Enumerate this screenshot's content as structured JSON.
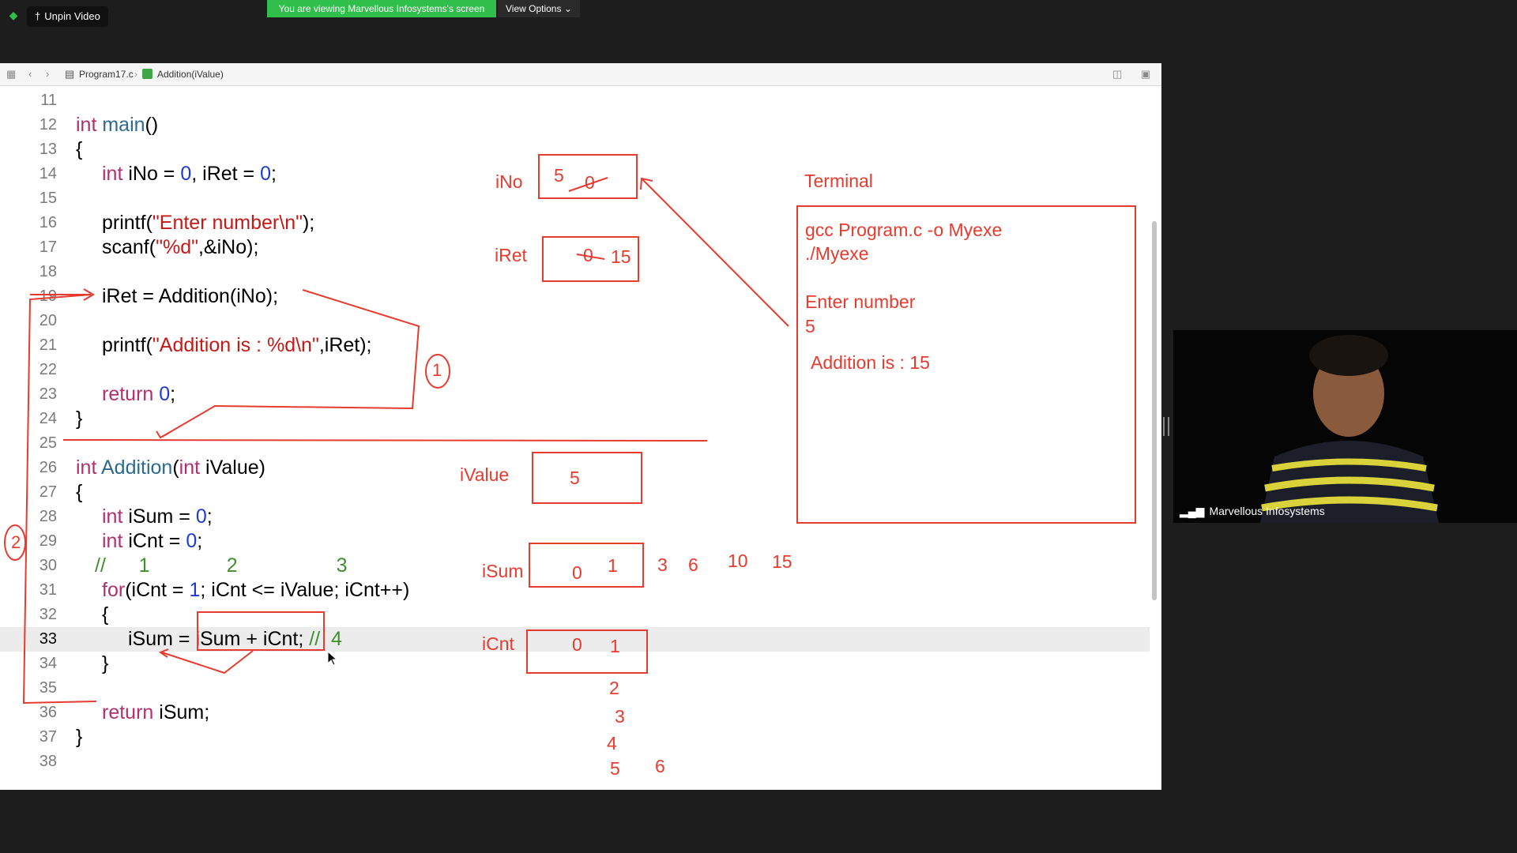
{
  "toolbar": {
    "unpin_label": "Unpin Video",
    "share_banner": "You are viewing Marvellous Infosystems's screen",
    "view_options": "View Options"
  },
  "breadcrumb": {
    "file": "Program17.c",
    "symbol": "Addition(iValue)"
  },
  "editor": {
    "current_line": "33",
    "lines": [
      {
        "n": "11"
      },
      {
        "n": "12"
      },
      {
        "n": "13"
      },
      {
        "n": "14"
      },
      {
        "n": "15"
      },
      {
        "n": "16"
      },
      {
        "n": "17"
      },
      {
        "n": "18"
      },
      {
        "n": "19"
      },
      {
        "n": "20"
      },
      {
        "n": "21"
      },
      {
        "n": "22"
      },
      {
        "n": "23"
      },
      {
        "n": "24"
      },
      {
        "n": "25"
      },
      {
        "n": "26"
      },
      {
        "n": "27"
      },
      {
        "n": "28"
      },
      {
        "n": "29"
      },
      {
        "n": "30"
      },
      {
        "n": "31"
      },
      {
        "n": "32"
      },
      {
        "n": "33"
      },
      {
        "n": "34"
      },
      {
        "n": "35"
      },
      {
        "n": "36"
      },
      {
        "n": "37"
      },
      {
        "n": "38"
      }
    ],
    "code": {
      "l12_kw": "int",
      "l12_fn": "main",
      "l12_rest": "()",
      "l13": "{",
      "l14_kw": "int",
      "l14_a": " iNo = ",
      "l14_n1": "0",
      "l14_b": ", iRet = ",
      "l14_n2": "0",
      "l14_c": ";",
      "l16_a": "printf(",
      "l16_s": "\"Enter number\\n\"",
      "l16_b": ");",
      "l17_a": "scanf(",
      "l17_s": "\"%d\"",
      "l17_b": ",&iNo);",
      "l19": "iRet = Addition(iNo);",
      "l21_a": "printf(",
      "l21_s": "\"Addition is : %d\\n\"",
      "l21_b": ",iRet);",
      "l23_kw": "return",
      "l23_n": "0",
      "l23_c": ";",
      "l24": "}",
      "l26_kw": "int",
      "l26_fn": "Addition",
      "l26_a": "(",
      "l26_kw2": "int",
      "l26_b": " iValue)",
      "l27": "{",
      "l28_kw": "int",
      "l28_a": " iSum = ",
      "l28_n": "0",
      "l28_b": ";",
      "l29_kw": "int",
      "l29_a": " iCnt = ",
      "l29_n": "0",
      "l29_b": ";",
      "l30_cm": "//      1              2                  3",
      "l31_kw": "for",
      "l31_a": "(iCnt = ",
      "l31_n": "1",
      "l31_b": "; iCnt <= iValue; iCnt++)",
      "l32": "{",
      "l33_a": "iSum = iSum + iCnt;",
      "l33_cm": " //  4",
      "l34": "}",
      "l36_kw": "return",
      "l36_a": " iSum;",
      "l37": "}"
    }
  },
  "annotations": {
    "iNo_label": "iNo",
    "iNo_value": "5",
    "iNo_old": "0",
    "iRet_label": "iRet",
    "iRet_old": "0",
    "iRet_value": "15",
    "iValue_label": "iValue",
    "iValue_value": "5",
    "iSum_label": "iSum",
    "iSum_v0": "0",
    "iSum_v1": "1",
    "iSum_v2": "3",
    "iSum_v3": "6",
    "iSum_v4": "10",
    "iSum_v5": "15",
    "iCnt_label": "iCnt",
    "iCnt_v0": "0",
    "iCnt_v1": "1",
    "iCnt_v2": "2",
    "iCnt_v3": "3",
    "iCnt_v4": "4",
    "iCnt_v5": "5",
    "iCnt_v6": "6",
    "step1": "1",
    "step2": "2",
    "terminal_label": "Terminal",
    "term_l1": "gcc Program.c -o Myexe",
    "term_l2": "./Myexe",
    "term_l3": "Enter number",
    "term_l4": "5",
    "term_l5": "Addition is : 15"
  },
  "webcam": {
    "participant": "Marvellous Infosystems"
  },
  "colors": {
    "annotation": "#e63b2e",
    "share_banner": "#2fbf4a",
    "keyword": "#b0306f",
    "function": "#2d6a92",
    "string": "#c41a16",
    "number": "#1c3ad6",
    "comment": "#3f8f2f"
  }
}
